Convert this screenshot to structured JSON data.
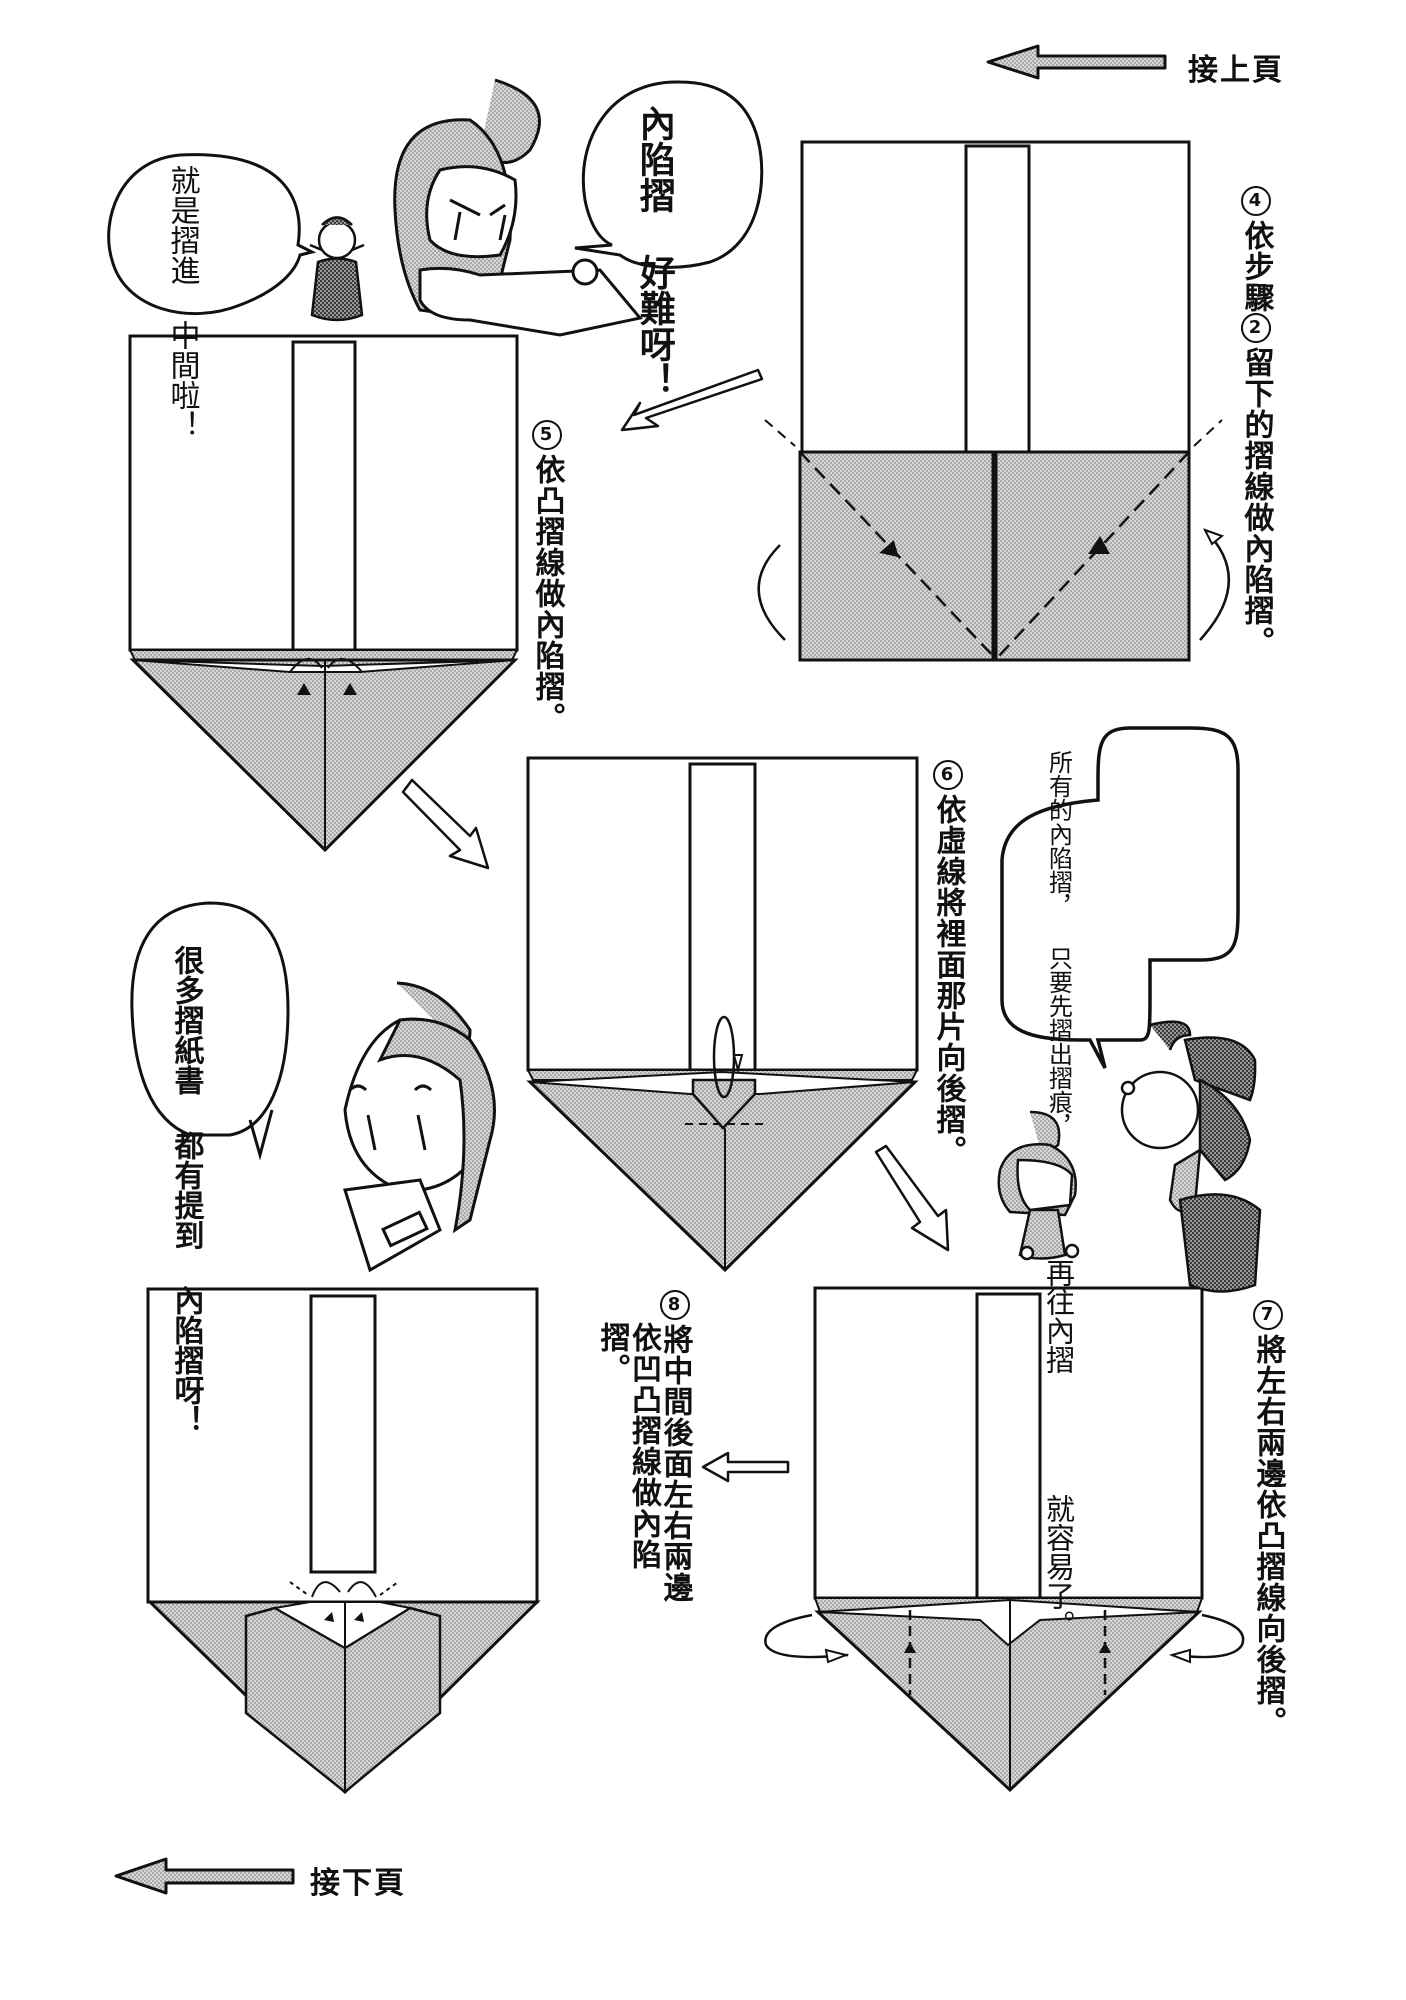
{
  "page": {
    "type": "origami instruction manga page",
    "colors": {
      "ink": "#111111",
      "paper": "#ffffff",
      "screentone": "#c9c9c9"
    }
  },
  "nav": {
    "prev_label": "接上頁",
    "next_label": "接下頁",
    "prev_icon": "left-arrow-icon",
    "next_icon": "left-arrow-icon"
  },
  "steps": [
    {
      "num": "4",
      "lines": [
        "依步驟",
        "②",
        "留下的摺線做內陷摺。"
      ],
      "full": "④依步驟②留下的摺線做內陷摺。"
    },
    {
      "num": "5",
      "full": "⑤依凸摺線做內陷摺。",
      "text": "依凸摺線做內陷摺。"
    },
    {
      "num": "6",
      "full": "⑥依虛線將裡面那片向後摺。",
      "text": "依虛線將裡面那片向後摺。"
    },
    {
      "num": "7",
      "full": "⑦將左右兩邊依凸摺線向後摺。",
      "text": "將左右兩邊依凸摺線向後摺。"
    },
    {
      "num": "8",
      "full": "⑧將中間後面左右兩邊依凹凸摺線做內陷摺。",
      "text_col1": "將中間後面左右兩邊",
      "text_col2": "依凹凸摺線做內陷摺。"
    }
  ],
  "bubbles": [
    {
      "id": "small-char-bubble",
      "cols": [
        "就是摺進",
        "中間啦！"
      ]
    },
    {
      "id": "frustrated-char-bubble",
      "cols": [
        "內陷摺",
        "好難呀！"
      ]
    },
    {
      "id": "advice-bubble",
      "cols": [
        "所有的內陷摺，",
        "只要先摺出摺痕，",
        "再往內摺",
        "就容易了。"
      ]
    },
    {
      "id": "book-char-bubble",
      "cols": [
        "很多摺紙書",
        "都有提到",
        "內陷摺呀！"
      ]
    }
  ]
}
